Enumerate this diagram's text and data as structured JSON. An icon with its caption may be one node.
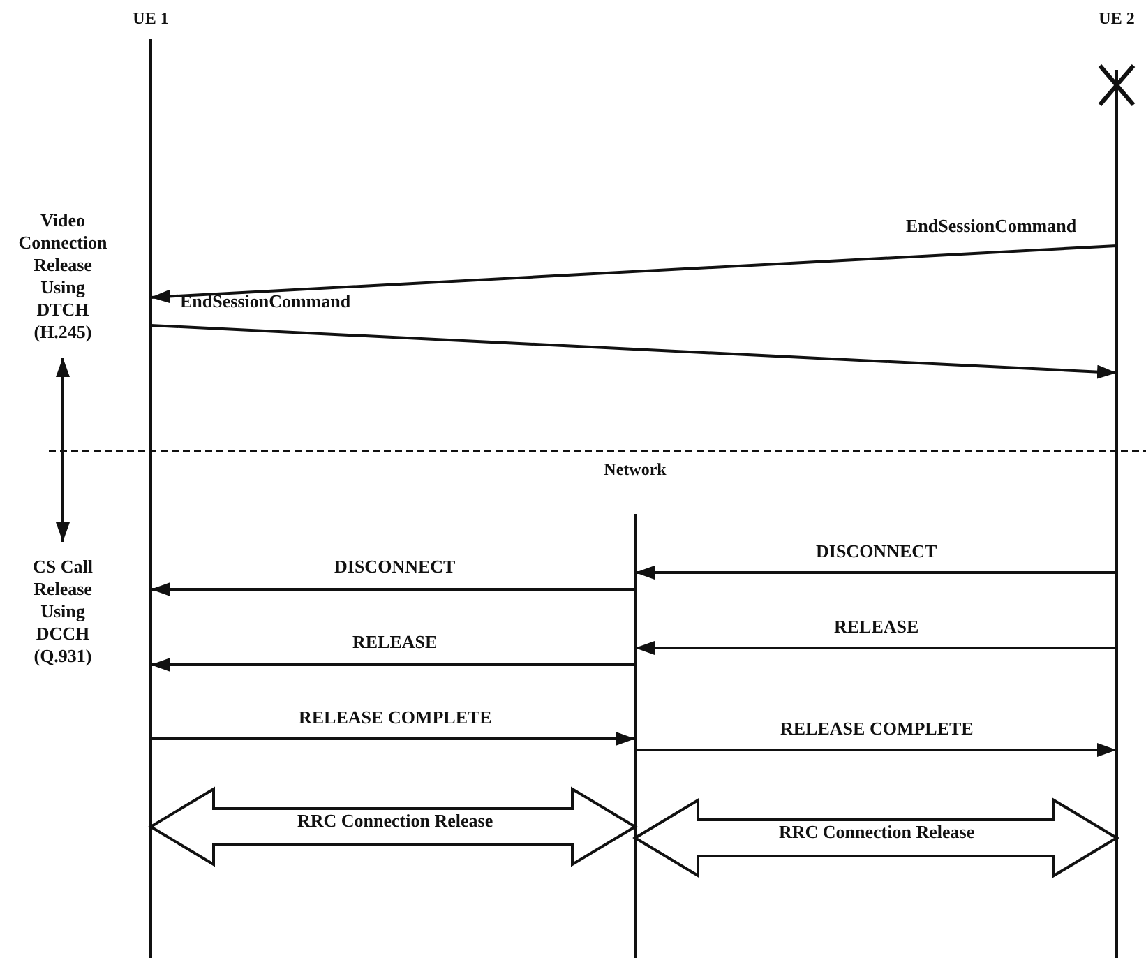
{
  "diagram": {
    "nodes": [
      {
        "text": [
          "UE 1"
        ]
      },
      {
        "text": [
          "UE 2"
        ]
      },
      {
        "text": [
          "Network"
        ]
      },
      {
        "text": [
          "Video Connection Release Using DTCH (H.245)"
        ]
      },
      {
        "text": [
          "CS Call Release Using DCCH (Q.931)"
        ]
      }
    ],
    "edges": [
      {
        "from": 1,
        "to": 0,
        "arrow": "to",
        "label": "EndSessionCommand"
      },
      {
        "from": 0,
        "to": 1,
        "arrow": "to",
        "label": "EndSessionCommand"
      },
      {
        "from": 3,
        "to": 4,
        "arrow": "both"
      },
      {
        "from": 1,
        "to": 2,
        "arrow": "to",
        "label": "DISCONNECT"
      },
      {
        "from": 2,
        "to": 0,
        "arrow": "to",
        "label": "DISCONNECT"
      },
      {
        "from": 1,
        "to": 2,
        "arrow": "to",
        "label": "RELEASE"
      },
      {
        "from": 2,
        "to": 0,
        "arrow": "to",
        "label": "RELEASE"
      },
      {
        "from": 0,
        "to": 2,
        "arrow": "to",
        "label": "RELEASE COMPLETE"
      },
      {
        "from": 2,
        "to": 1,
        "arrow": "to",
        "label": "RELEASE COMPLETE"
      },
      {
        "from": 0,
        "to": 2,
        "arrow": "both",
        "label": "RRC Connection Release",
        "style": "thick"
      },
      {
        "from": 2,
        "to": 1,
        "arrow": "both",
        "label": "RRC Connection Release",
        "style": "thick"
      }
    ]
  }
}
